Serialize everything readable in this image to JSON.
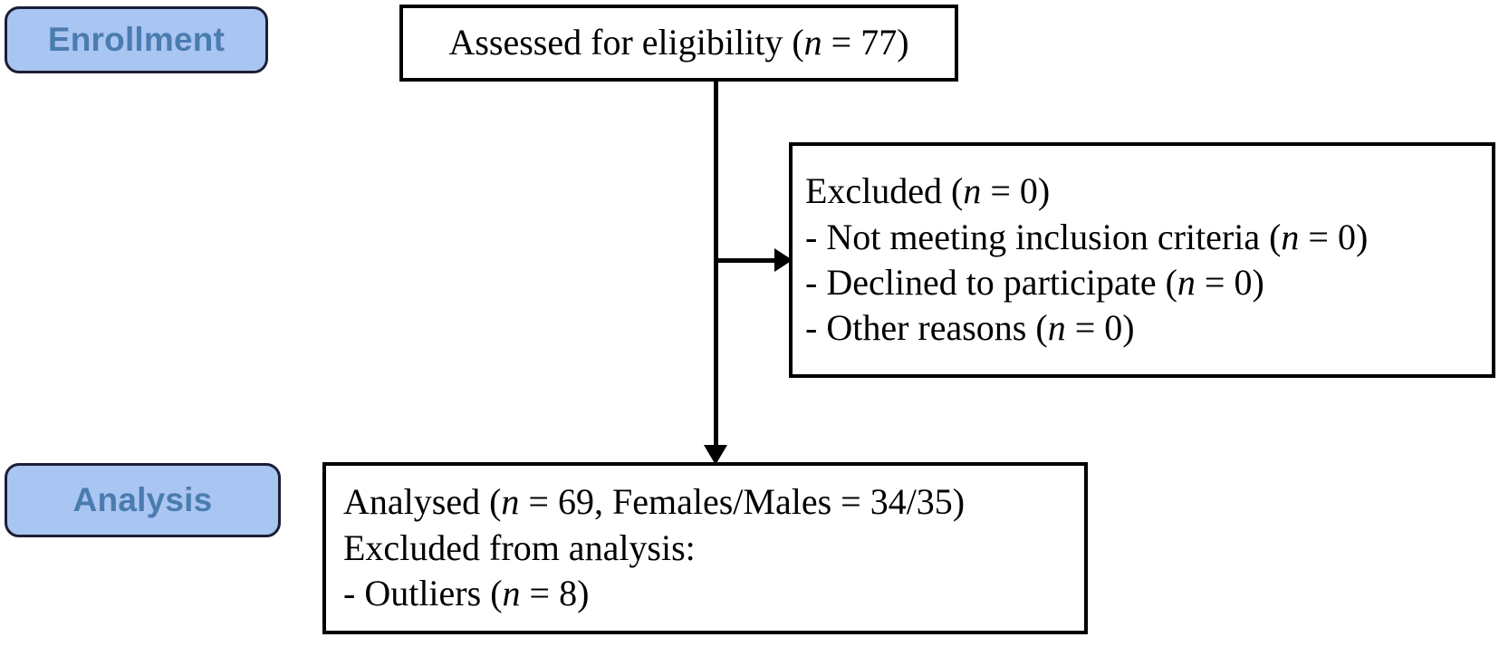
{
  "diagram": {
    "title": "CONSORT participant flow diagram",
    "colors": {
      "pill_fill": "#a9c5f2",
      "pill_border": "#1b1f35",
      "pill_text": "#4b7cb0",
      "box_border": "#000000",
      "box_fill": "#ffffff",
      "connector": "#000000"
    }
  },
  "stages": {
    "enrollment": {
      "label": "Enrollment"
    },
    "analysis": {
      "label": "Analysis"
    }
  },
  "boxes": {
    "assessed": {
      "lines": [
        {
          "pre": "Assessed for eligibility (",
          "italic": "n",
          "post": " = 77)"
        }
      ]
    },
    "excluded": {
      "lines": [
        {
          "pre": "Excluded (",
          "italic": "n",
          "post": " = 0)"
        },
        {
          "pre": "- Not meeting inclusion criteria (",
          "italic": "n",
          "post": " = 0)"
        },
        {
          "pre": "- Declined to participate (",
          "italic": "n",
          "post": " = 0)"
        },
        {
          "pre": "- Other reasons (",
          "italic": "n",
          "post": " = 0)"
        }
      ]
    },
    "analysed": {
      "lines": [
        {
          "pre": "Analysed (",
          "italic": "n",
          "post": " = 69, Females/Males = 34/35)"
        },
        {
          "pre": "Excluded from analysis:",
          "italic": "",
          "post": ""
        },
        {
          "pre": "- Outliers (",
          "italic": "n",
          "post": " = 8)"
        }
      ]
    }
  },
  "connectors": {
    "trunk": {
      "name": "assessed-to-analysed-trunk"
    },
    "branch": {
      "name": "assessed-to-excluded-branch"
    }
  }
}
